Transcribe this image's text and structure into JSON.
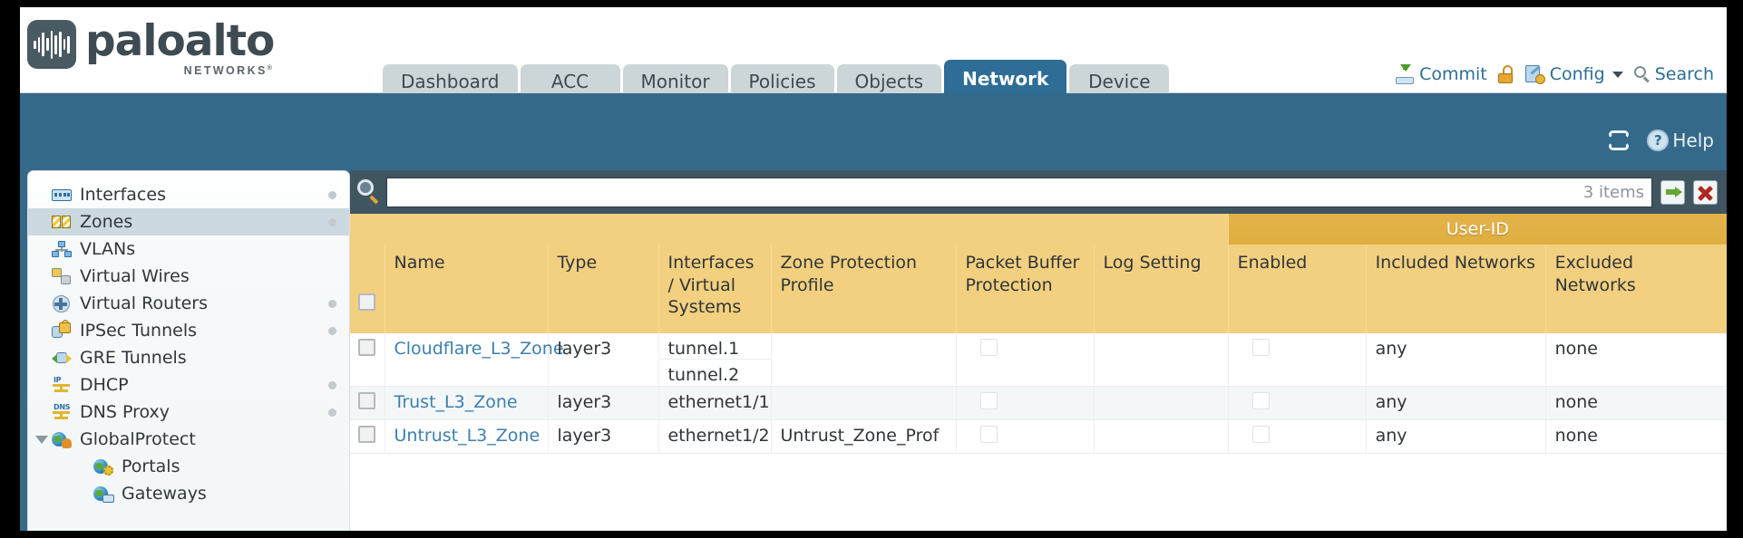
{
  "brand": {
    "name": "paloalto",
    "sub": "NETWORKS",
    "reg": "®"
  },
  "nav": {
    "tabs": [
      {
        "label": "Dashboard",
        "active": false
      },
      {
        "label": "ACC",
        "active": false
      },
      {
        "label": "Monitor",
        "active": false
      },
      {
        "label": "Policies",
        "active": false
      },
      {
        "label": "Objects",
        "active": false
      },
      {
        "label": "Network",
        "active": true
      },
      {
        "label": "Device",
        "active": false
      }
    ]
  },
  "topactions": {
    "commit": "Commit",
    "config": "Config",
    "search": "Search",
    "lock_icon": "lock-icon"
  },
  "band": {
    "refresh_icon": "refresh-icon",
    "help": "Help",
    "help_glyph": "?"
  },
  "sidebar": {
    "items": [
      {
        "label": "Interfaces",
        "icon": "interfaces-icon",
        "selected": false,
        "dot": true,
        "child": false,
        "expander": false
      },
      {
        "label": "Zones",
        "icon": "zones-icon",
        "selected": true,
        "dot": true,
        "child": false,
        "expander": false
      },
      {
        "label": "VLANs",
        "icon": "vlans-icon",
        "selected": false,
        "dot": false,
        "child": false,
        "expander": false
      },
      {
        "label": "Virtual Wires",
        "icon": "virtual-wires-icon",
        "selected": false,
        "dot": false,
        "child": false,
        "expander": false
      },
      {
        "label": "Virtual Routers",
        "icon": "virtual-routers-icon",
        "selected": false,
        "dot": true,
        "child": false,
        "expander": false
      },
      {
        "label": "IPSec Tunnels",
        "icon": "ipsec-tunnels-icon",
        "selected": false,
        "dot": true,
        "child": false,
        "expander": false
      },
      {
        "label": "GRE Tunnels",
        "icon": "gre-tunnels-icon",
        "selected": false,
        "dot": false,
        "child": false,
        "expander": false
      },
      {
        "label": "DHCP",
        "icon": "dhcp-icon",
        "selected": false,
        "dot": true,
        "child": false,
        "expander": false
      },
      {
        "label": "DNS Proxy",
        "icon": "dns-proxy-icon",
        "selected": false,
        "dot": true,
        "child": false,
        "expander": false
      },
      {
        "label": "GlobalProtect",
        "icon": "globalprotect-icon",
        "selected": false,
        "dot": false,
        "child": false,
        "expander": true
      },
      {
        "label": "Portals",
        "icon": "portals-icon",
        "selected": false,
        "dot": false,
        "child": true,
        "expander": false
      },
      {
        "label": "Gateways",
        "icon": "gateways-icon",
        "selected": false,
        "dot": false,
        "child": true,
        "expander": false
      }
    ]
  },
  "search": {
    "icon": "search-icon",
    "value": "",
    "placeholder": "",
    "items_count": "3 items",
    "go_icon": "go-arrow-icon",
    "clear_icon": "clear-x-icon"
  },
  "table": {
    "group_header": "User-ID",
    "columns": [
      "Name",
      "Type",
      "Interfaces / Virtual Systems",
      "Zone Protection Profile",
      "Packet Buffer Protection",
      "Log Setting",
      "Enabled",
      "Included Networks",
      "Excluded Networks"
    ],
    "rows": [
      {
        "name": "Cloudflare_L3_Zone",
        "type": "layer3",
        "interfaces": [
          "tunnel.1",
          "tunnel.2"
        ],
        "zone_protection_profile": "",
        "packet_buffer_protection": false,
        "log_setting": "",
        "userid_enabled": false,
        "included_networks": "any",
        "excluded_networks": "none"
      },
      {
        "name": "Trust_L3_Zone",
        "type": "layer3",
        "interfaces": [
          "ethernet1/1"
        ],
        "zone_protection_profile": "",
        "packet_buffer_protection": false,
        "log_setting": "",
        "userid_enabled": false,
        "included_networks": "any",
        "excluded_networks": "none"
      },
      {
        "name": "Untrust_L3_Zone",
        "type": "layer3",
        "interfaces": [
          "ethernet1/2"
        ],
        "zone_protection_profile": "Untrust_Zone_Prof",
        "packet_buffer_protection": false,
        "log_setting": "",
        "userid_enabled": false,
        "included_networks": "any",
        "excluded_networks": "none"
      }
    ]
  },
  "colors": {
    "brand_blue": "#35698a",
    "active_tab": "#2d6d96",
    "table_header": "#f3d07f",
    "userid_header": "#dfae40",
    "link": "#3c7fae"
  }
}
